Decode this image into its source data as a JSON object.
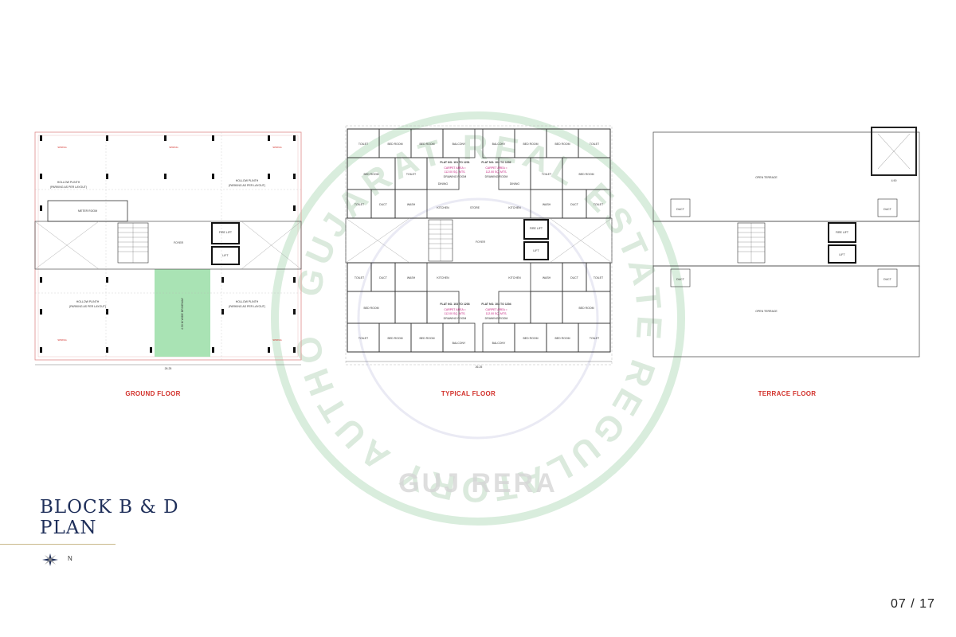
{
  "title": {
    "line1": "BLOCK B & D",
    "line2": "PLAN"
  },
  "north_label": "N",
  "page_number": "07 / 17",
  "watermark": {
    "ring_text": "GUJARAT REAL ESTATE REGULATORY AUTHORITY",
    "center_text": "GUJ RERA"
  },
  "floors": {
    "ground": {
      "label": "GROUND FLOOR",
      "hollow_plinth_top_left": "HOLLOW PLINTH",
      "hollow_plinth_top_right": "HOLLOW PLINTH",
      "hollow_plinth_bottom_left": "HOLLOW PLINTH",
      "hollow_plinth_bottom_right": "HOLLOW PLINTH",
      "parking_note": "(PARKING AS PER LAYOUT)",
      "meter_room": "METER ROOM",
      "foyer": "FOYER",
      "fire_lift": "FIRE LIFT",
      "lift": "LIFT",
      "spring": "SPRING",
      "width_dim": "26.25",
      "driveway": "4.50 M WIDE DRIVEWAY"
    },
    "typical": {
      "label": "TYPICAL FLOOR",
      "flat_a": "FLAT NO. 101 TO 1201",
      "flat_b": "FLAT NO. 102 TO 1202",
      "flat_c": "FLAT NO. 103 TO 1203",
      "flat_d": "FLAT NO. 104 TO 1204",
      "carpet_area": "CARPET AREA =",
      "carpet_value": "112.00 SQ. MTS.",
      "drawing_room": "DRAWING ROOM",
      "bed_room": "BED ROOM",
      "toilet": "TOILET",
      "kitchen": "KITCHEN",
      "dining": "DINING",
      "balcony": "BALCONY",
      "wash": "WASH",
      "duct": "DUCT",
      "store": "STORE",
      "foyer": "FOYER",
      "fire_lift": "FIRE LIFT",
      "lift": "LIFT",
      "width_dim": "26.25"
    },
    "terrace": {
      "label": "TERRACE FLOOR",
      "open_terrace_top": "OPEN TERRACE",
      "open_terrace_bottom": "OPEN TERRACE",
      "duct": "DUCT",
      "fire_lift": "FIRE LIFT",
      "lift": "LIFT",
      "dim": "4.90"
    }
  }
}
